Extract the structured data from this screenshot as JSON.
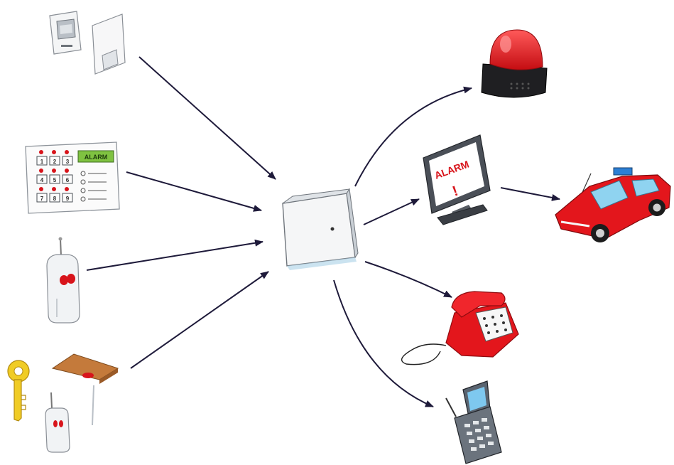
{
  "keypad": {
    "display_text": "ALARM",
    "keys": [
      "1",
      "2",
      "3",
      "4",
      "5",
      "6",
      "7",
      "8",
      "9"
    ]
  },
  "monitor": {
    "screen_text": "ALARM",
    "exclamation": "!"
  },
  "icons": {
    "sensors": "motion-sensor-icon",
    "keypad": "alarm-keypad-icon",
    "remote": "remote-control-icon",
    "key_switch": "key-switch-icon",
    "control_panel": "control-panel-icon",
    "siren": "siren-icon",
    "monitor": "monitor-icon",
    "police_car": "police-car-icon",
    "telephone": "telephone-icon",
    "mobile": "mobile-phone-icon"
  },
  "colors": {
    "arrow": "#1e1a3a",
    "alarm_red": "#d8141b",
    "display_green": "#7fc241"
  }
}
